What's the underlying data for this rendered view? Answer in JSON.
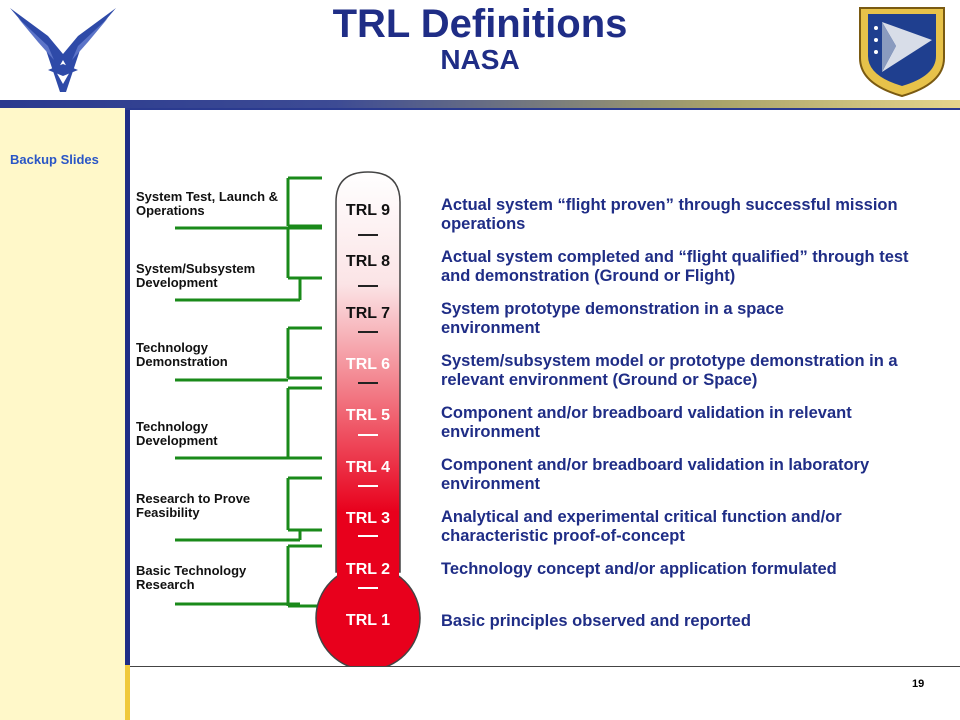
{
  "header": {
    "title": "TRL Definitions",
    "subtitle": "NASA"
  },
  "sidebar": {
    "label": "Backup Slides"
  },
  "footer": {
    "page_number": "19"
  },
  "figure": {
    "phases": [
      {
        "label": "System Test, Launch & Operations"
      },
      {
        "label": "System/Subsystem Development"
      },
      {
        "label": "Technology Demonstration"
      },
      {
        "label": "Technology Development"
      },
      {
        "label": "Research to Prove Feasibility"
      },
      {
        "label": "Basic Technology Research"
      }
    ],
    "levels": [
      {
        "trl": "TRL 9",
        "definition": "Actual system “flight proven” through successful mission operations"
      },
      {
        "trl": "TRL 8",
        "definition": "Actual system completed and “flight qualified” through test and demonstration (Ground or Flight)"
      },
      {
        "trl": "TRL 7",
        "definition": "System prototype demonstration in a space environment"
      },
      {
        "trl": "TRL 6",
        "definition": "System/subsystem model or prototype demonstration in a relevant environment (Ground or Space)"
      },
      {
        "trl": "TRL 5",
        "definition": "Component and/or breadboard validation in relevant environment"
      },
      {
        "trl": "TRL 4",
        "definition": "Component and/or breadboard validation in laboratory environment"
      },
      {
        "trl": "TRL 3",
        "definition": "Analytical and experimental critical function and/or characteristic proof-of-concept"
      },
      {
        "trl": "TRL 2",
        "definition": "Technology concept and/or application formulated"
      },
      {
        "trl": "TRL 1",
        "definition": "Basic principles observed and reported"
      }
    ],
    "colors": {
      "connector": "#1a8a1a",
      "thermometer_top": "#ffffff",
      "thermometer_bottom": "#e8001c",
      "definition_text": "#1f2d86"
    }
  }
}
